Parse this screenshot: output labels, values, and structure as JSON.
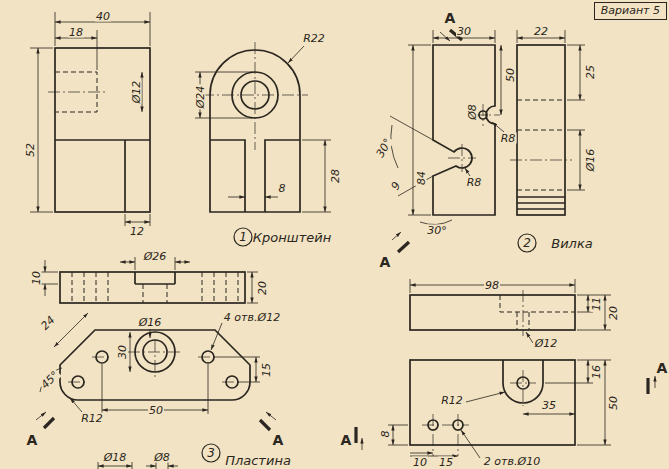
{
  "diagram": {
    "nodes": [
      {
        "text": [
          "Вариант 5"
        ]
      },
      {
        "text": [
          "1"
        ]
      },
      {
        "text": [
          "2"
        ]
      },
      {
        "text": [
          "3"
        ]
      }
    ],
    "labels": [
      "40",
      "18",
      "R22",
      "Ø12",
      "Ø24",
      "52",
      "8",
      "28",
      "12",
      "Кронштейн",
      "A",
      "30",
      "22",
      "Ø8",
      "50",
      "R8",
      "25",
      "30°",
      "9",
      "84",
      "Ø16",
      "R8",
      "30°",
      "A",
      "Вилка",
      "Ø26",
      "10",
      "20",
      "24",
      "Ø16",
      "4 отв.Ø12",
      "15",
      "45°",
      "30",
      "R12",
      "50",
      "A",
      "A",
      "Пластина",
      "Ø18",
      "Ø8",
      "98",
      "11",
      "20",
      "Ø12",
      "16",
      "R12",
      "35",
      "A",
      "50",
      "A",
      "8",
      "10",
      "15",
      "2 отв.Ø10"
    ]
  }
}
